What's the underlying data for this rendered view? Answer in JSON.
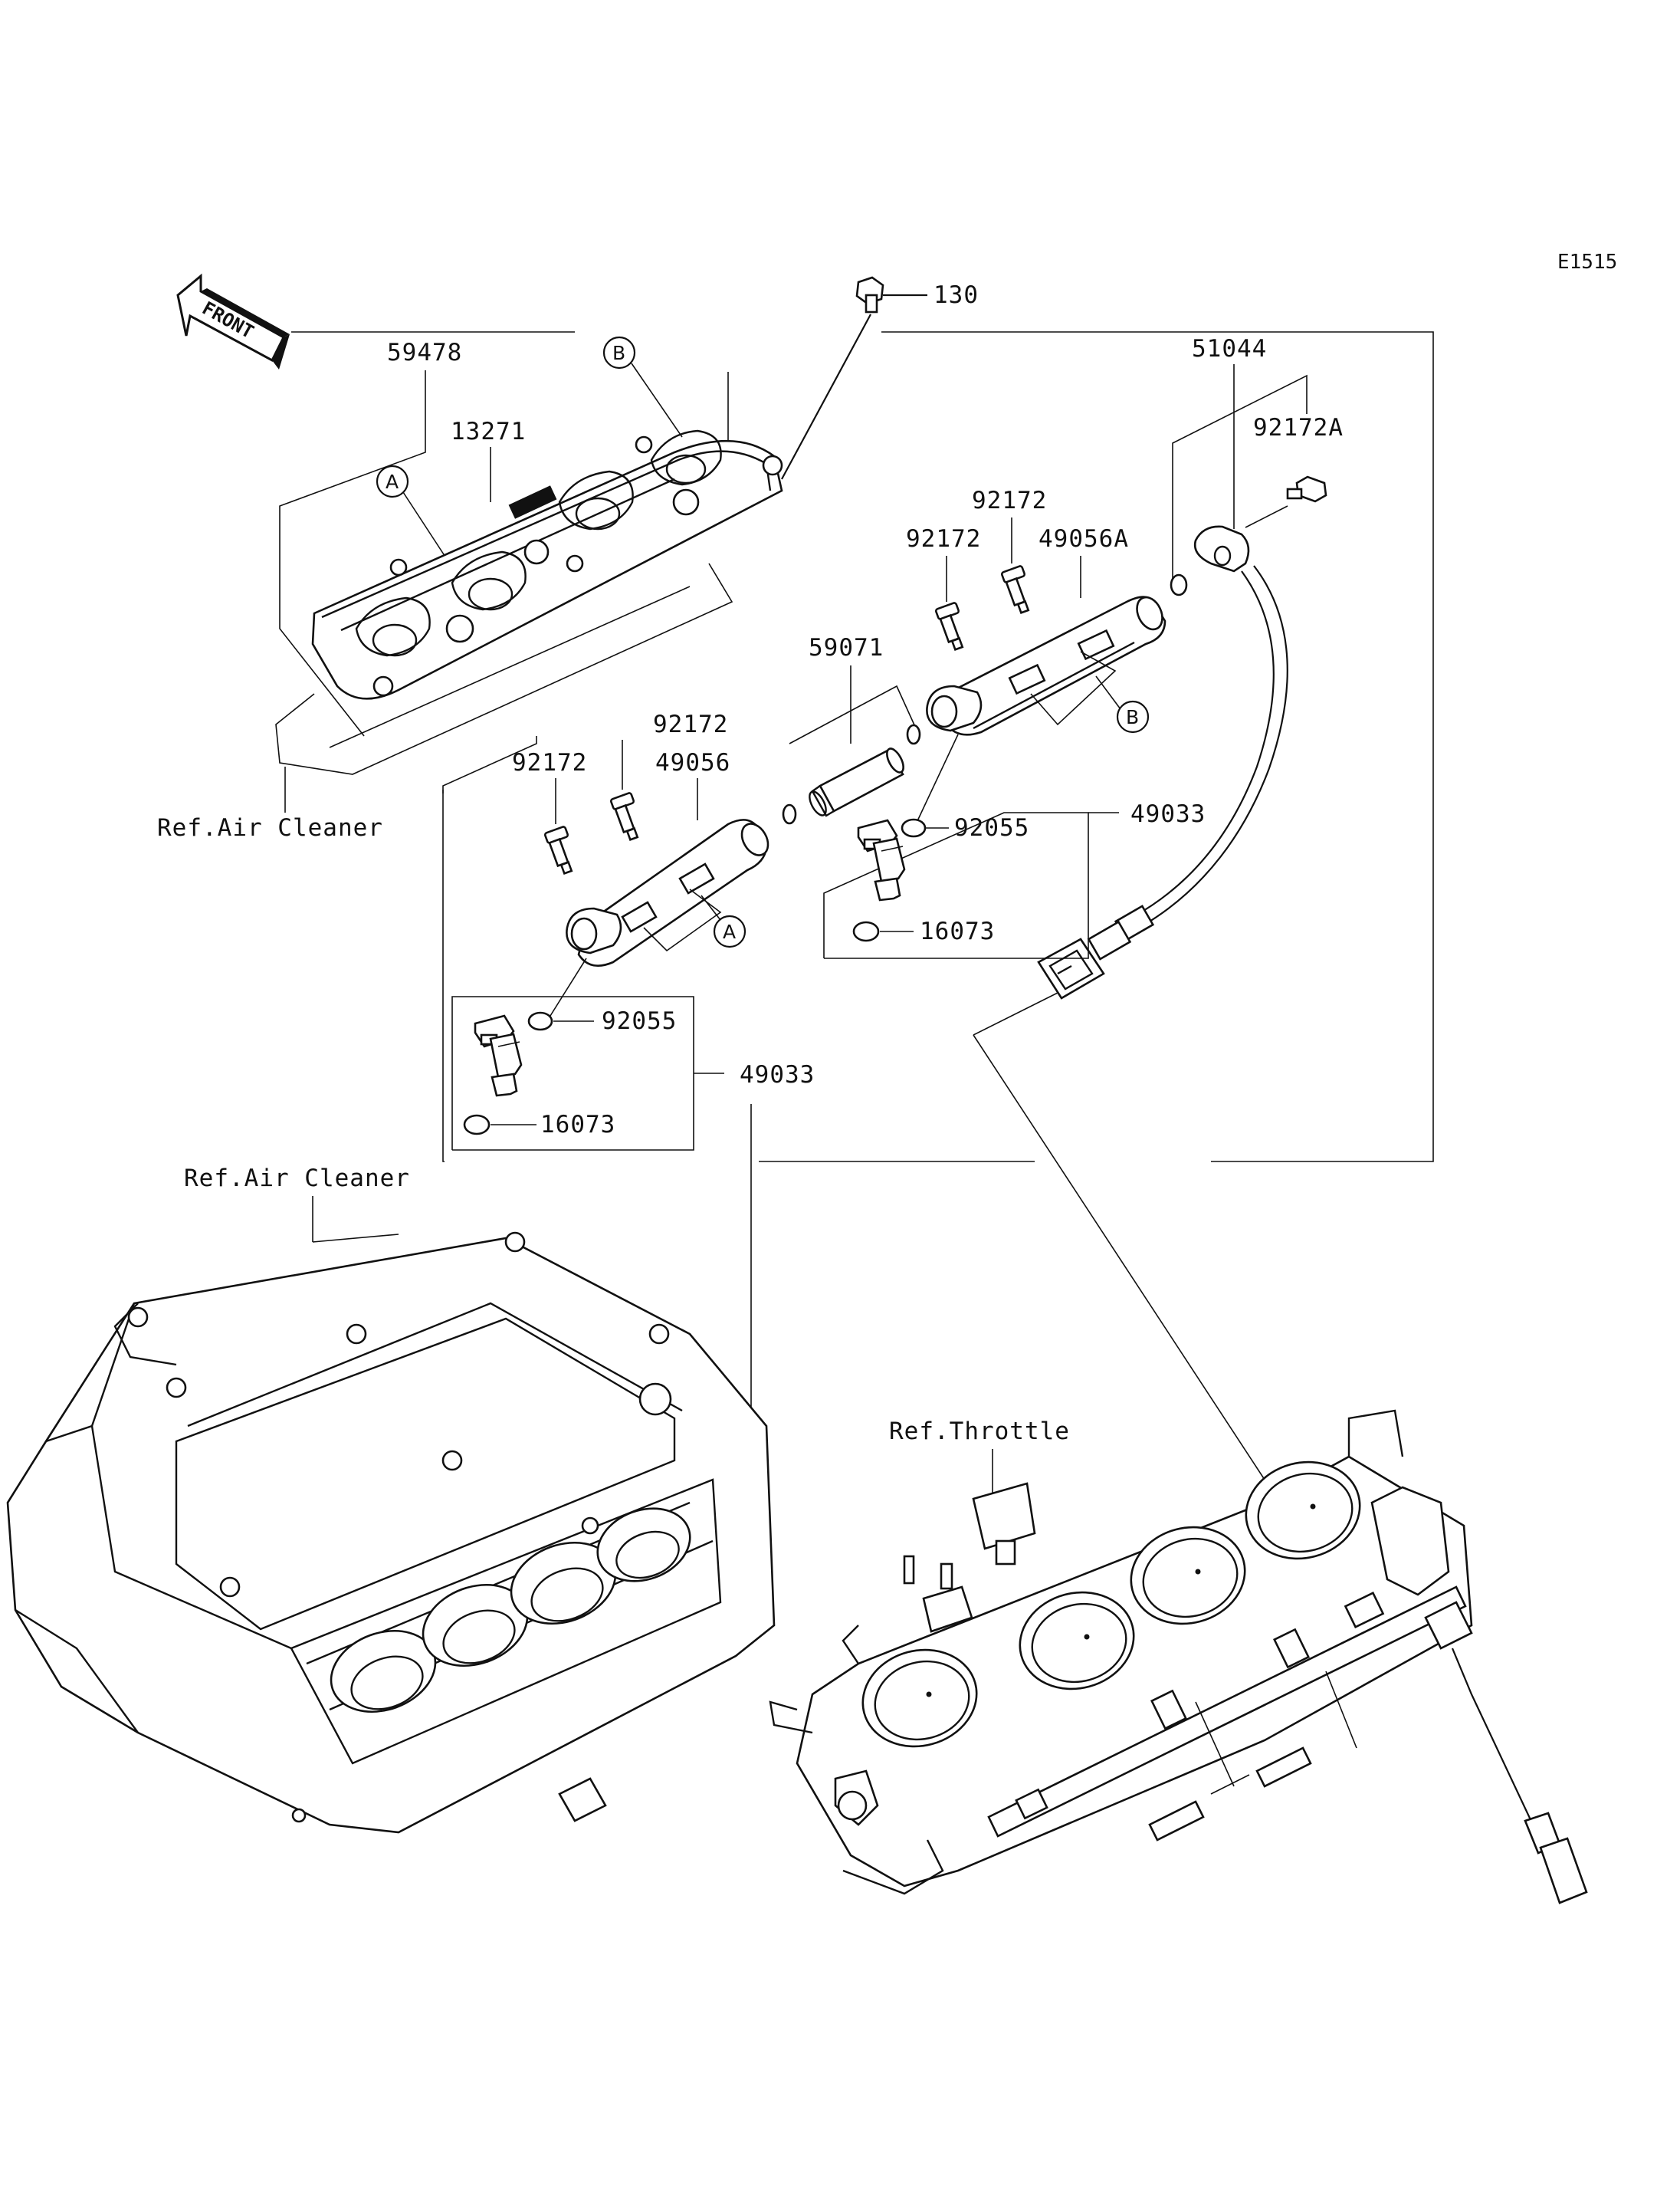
{
  "diagram": {
    "code": "E1515",
    "front_label": "FRONT",
    "refs": {
      "air_cleaner_top": "Ref.Air Cleaner",
      "air_cleaner_bottom": "Ref.Air Cleaner",
      "throttle": "Ref.Throttle"
    },
    "callouts": {
      "a_top": "A",
      "b_top": "B",
      "a_rail": "A",
      "b_rail": "B"
    },
    "parts": {
      "p130": "130",
      "p59478": "59478",
      "p13271": "13271",
      "p51044": "51044",
      "p92172A": "92172A",
      "p92172_r1": "92172",
      "p92172_r2": "92172",
      "p49056A": "49056A",
      "p59071": "59071",
      "p92172_l1": "92172",
      "p92172_l2": "92172",
      "p49056": "49056",
      "p92055_r": "92055",
      "p49033_r": "49033",
      "p16073_r": "16073",
      "p92055_l": "92055",
      "p49033_l": "49033",
      "p16073_l": "16073"
    }
  }
}
